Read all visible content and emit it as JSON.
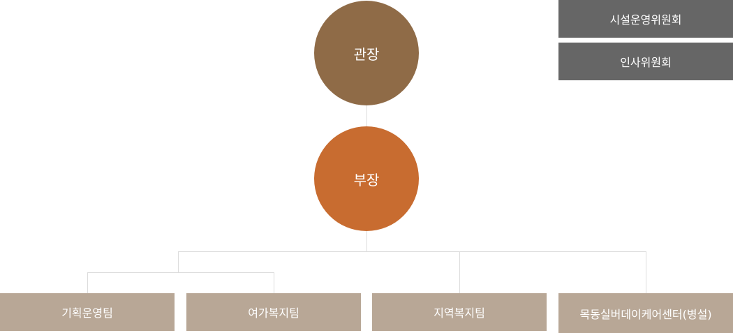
{
  "colors": {
    "director": "#8f6b47",
    "manager": "#c86c30",
    "committee": "#666666",
    "team": "#b8a796",
    "connector": "#dcdcdc"
  },
  "org": {
    "director": {
      "label": "관장"
    },
    "manager": {
      "label": "부장"
    },
    "committees": [
      {
        "label": "시설운영위원회"
      },
      {
        "label": "인사위원회"
      }
    ],
    "teams": [
      {
        "label": "기획운영팀"
      },
      {
        "label": "여가복지팀"
      },
      {
        "label": "지역복지팀"
      },
      {
        "label": "목동실버데이케어센터(병설)"
      }
    ]
  }
}
